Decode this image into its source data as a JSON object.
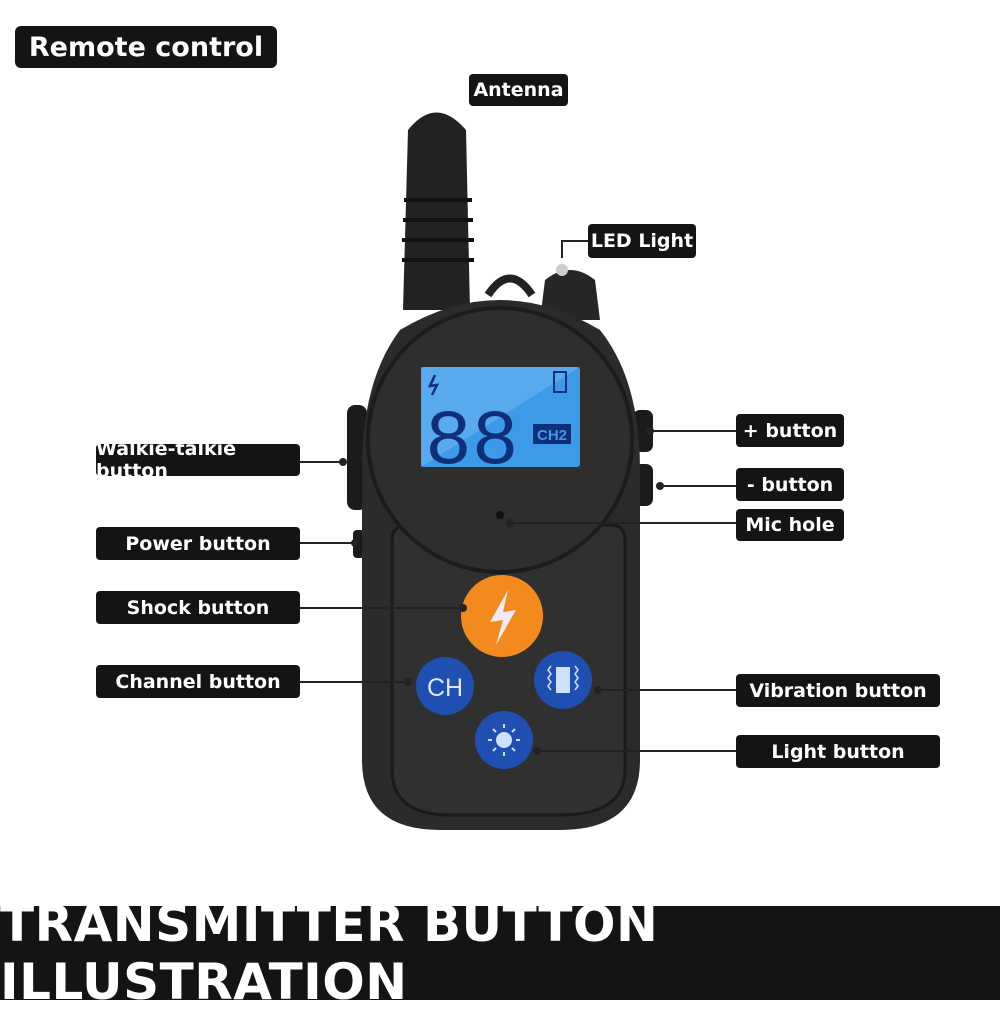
{
  "title": "Remote control",
  "banner": "TRANSMITTER BUTTON ILLUSTRATION",
  "labels": {
    "antenna": "Antenna",
    "led": "LED Light",
    "walkie": "Walkie-talkie button",
    "plus": "+ button",
    "minus": "- button",
    "mic": "Mic hole",
    "power": "Power button",
    "shock": "Shock button",
    "channel": "Channel button",
    "vibration": "Vibration button",
    "light": "Light button"
  },
  "lcd": {
    "digits": "88",
    "channel": "CH2"
  },
  "buttons": {
    "ch": "CH"
  },
  "colors": {
    "shock": "#f28a1e",
    "blue": "#1f4fb0",
    "lcd": "#3c9ae8",
    "body": "#2b2b2b"
  }
}
